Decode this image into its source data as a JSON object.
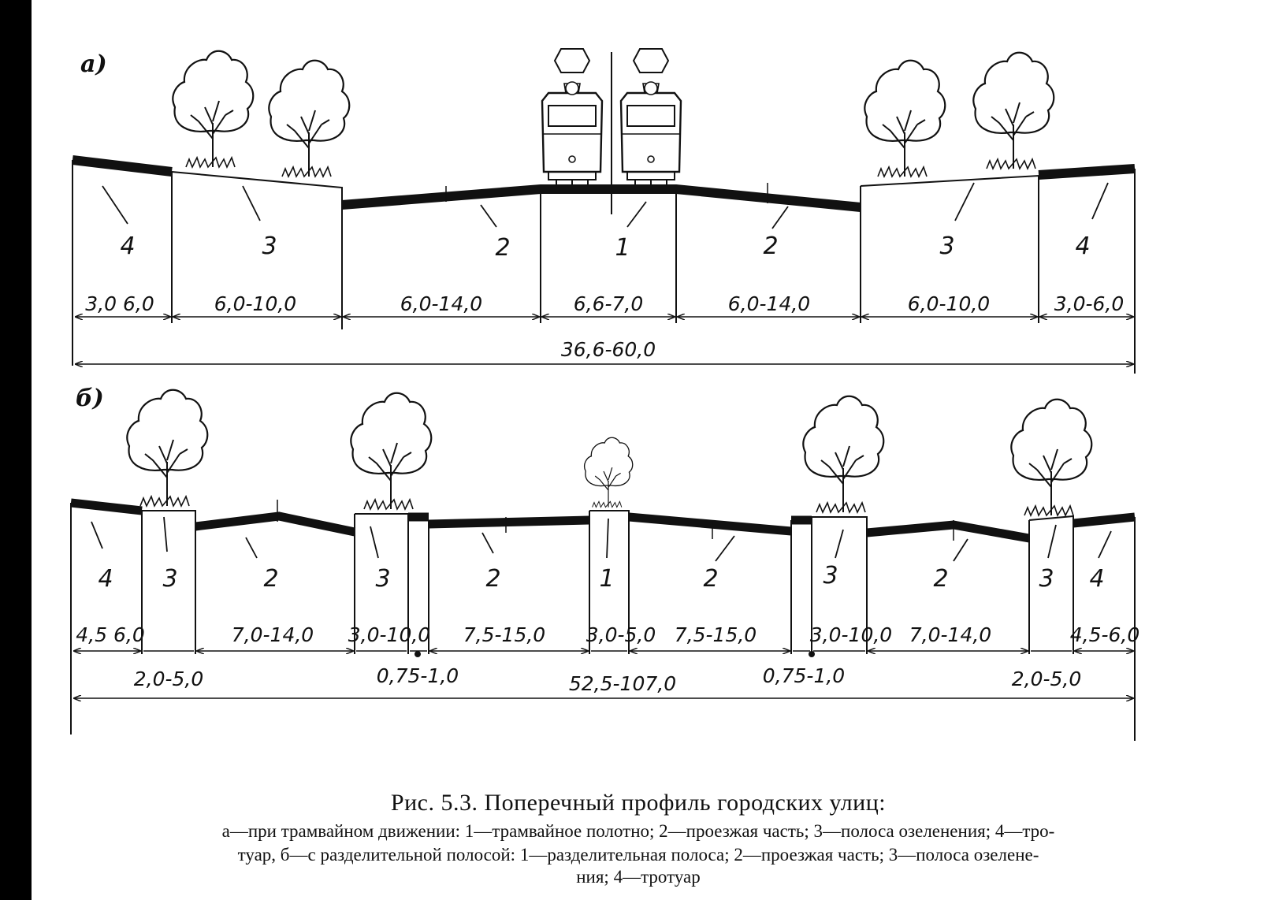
{
  "panels": {
    "a": {
      "label": "а)",
      "zones": [
        "4",
        "3",
        "2",
        "1",
        "2",
        "3",
        "4"
      ],
      "dims": [
        "3,0 6,0",
        "6,0-10,0",
        "6,0-14,0",
        "6,6-7,0",
        "6,0-14,0",
        "6,0-10,0",
        "3,0-6,0"
      ],
      "total": "36,6-60,0"
    },
    "b": {
      "label": "б)",
      "zones": [
        "4",
        "3",
        "2",
        "3",
        "2",
        "1",
        "2",
        "3",
        "2",
        "3",
        "4"
      ],
      "dims": [
        "4,5 6,0",
        "7,0-14,0",
        "3,0-10,0",
        "7,5-15,0",
        "3,0-5,0",
        "7,5-15,0",
        "3,0-10,0",
        "7,0-14,0",
        "4,5-6,0"
      ],
      "sub_dims": [
        "2,0-5,0",
        "0,75-1,0",
        "0,75-1,0",
        "2,0-5,0"
      ],
      "total": "52,5-107,0"
    }
  },
  "caption": {
    "title": "Рис. 5.3. Поперечный профиль городских улиц:",
    "line1": "а—при трамвайном движении: 1—трамвайное полотно; 2—проезжая часть; 3—полоса озеленения; 4—тро-",
    "line2": "туар, б—с разделительной полосой: 1—разделительная полоса; 2—проезжая часть; 3—полоса озелене-",
    "line3": "ния; 4—тротуар"
  }
}
